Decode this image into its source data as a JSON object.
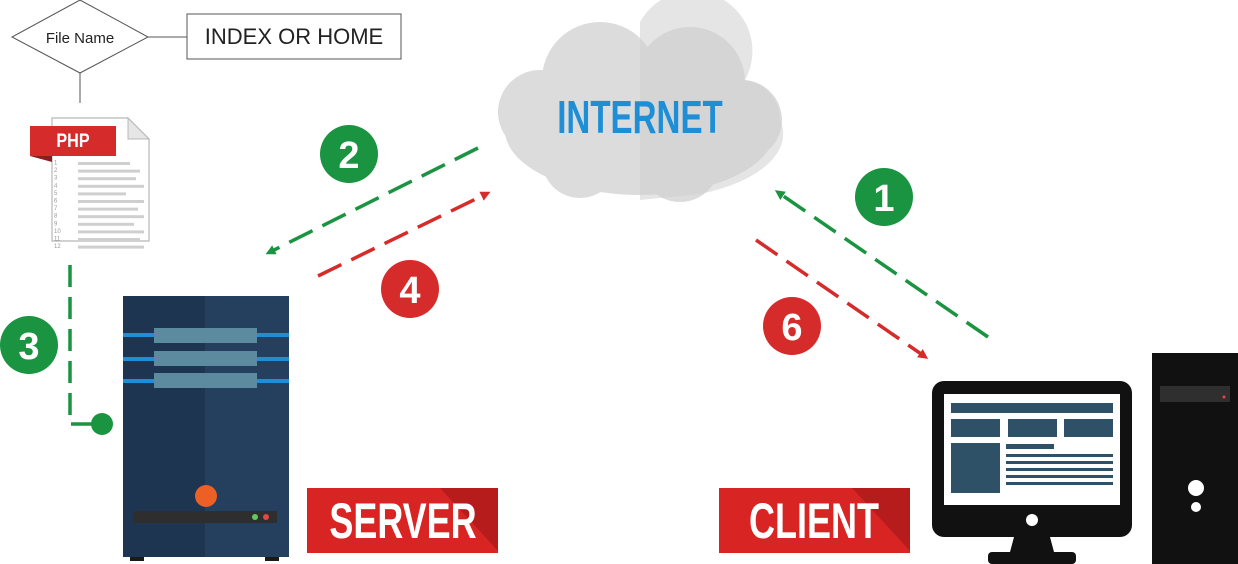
{
  "file_node": {
    "decision_label": "File Name",
    "target_label": "INDEX OR HOME",
    "file_badge": "PHP",
    "line_numbers": [
      "1",
      "2",
      "3",
      "4",
      "5",
      "6",
      "7",
      "8",
      "9",
      "10",
      "11",
      "12"
    ]
  },
  "internet": {
    "label": "INTERNET"
  },
  "labels": {
    "server": "SERVER",
    "client": "CLIENT"
  },
  "steps": [
    {
      "number": "1",
      "color": "#1a9441"
    },
    {
      "number": "2",
      "color": "#1a9441"
    },
    {
      "number": "3",
      "color": "#1a9441"
    },
    {
      "number": "4",
      "color": "#d62b2b"
    },
    {
      "number": "6",
      "color": "#d62b2b"
    }
  ],
  "colors": {
    "green": "#1a9441",
    "red": "#d62b2b",
    "blue_text": "#1e8fd6",
    "server_dark": "#1d3550",
    "server_light": "#24405e",
    "server_stripe": "#1e8fd6",
    "cloud": "#dcdcdc",
    "label_bg": "#d92424"
  }
}
